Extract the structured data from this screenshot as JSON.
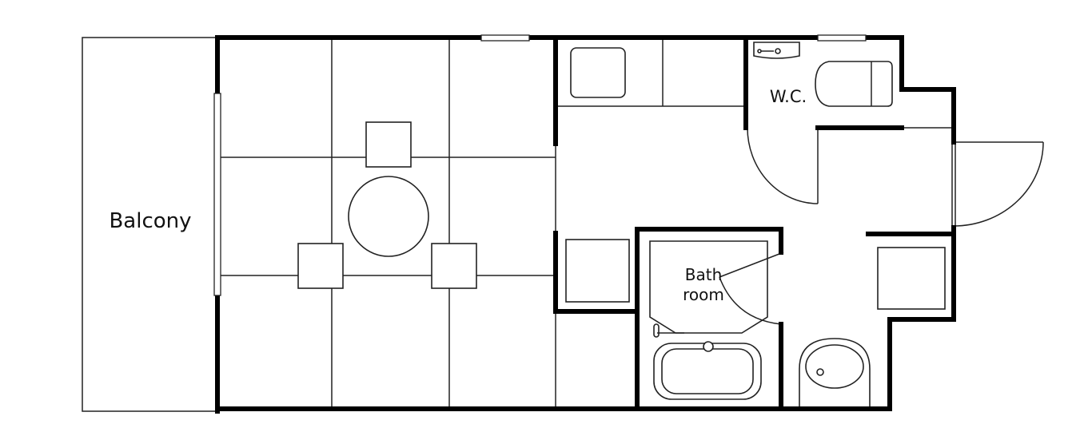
{
  "title": "Floor plan",
  "rooms": {
    "balcony": "Balcony",
    "wc": "W.C.",
    "bath_line1": "Bath",
    "bath_line2": "room"
  },
  "colors": {
    "wall": "#000000",
    "line": "#222222",
    "background": "#ffffff"
  }
}
